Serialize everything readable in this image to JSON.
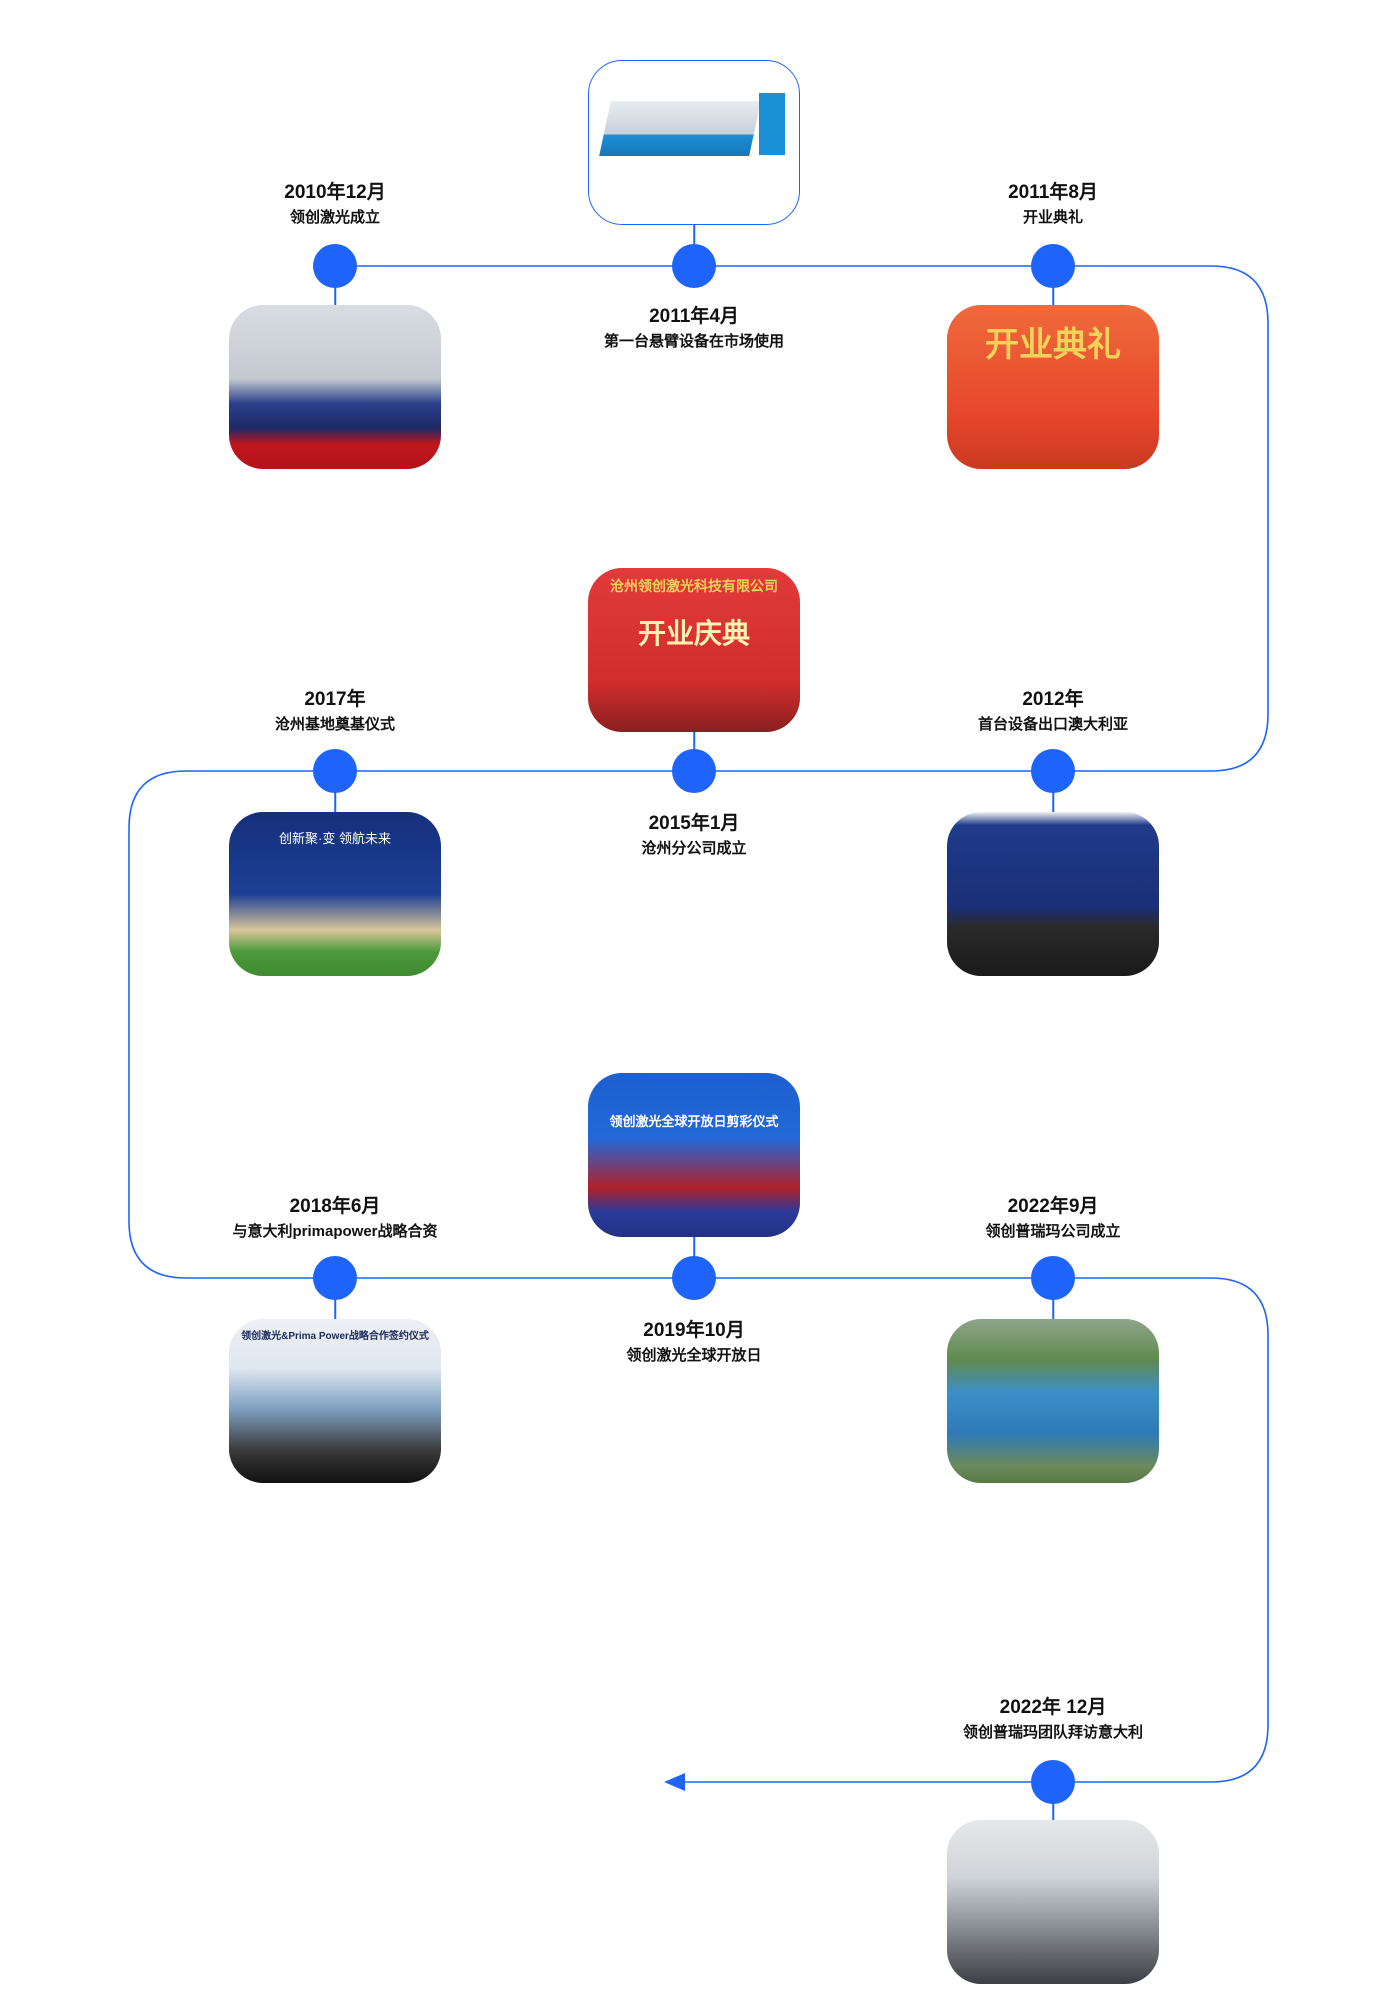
{
  "accent_color": "#1e64fa",
  "milestones": [
    {
      "date": "2010年12月",
      "desc": "领创激光成立",
      "photo": "ribbon-cutting-in-factory"
    },
    {
      "date": "2011年4月",
      "desc": "第一台悬臂设备在市场使用",
      "photo": "laser-cutting-machine"
    },
    {
      "date": "2011年8月",
      "desc": "开业典礼",
      "photo": "opening-ceremony",
      "photo_text": "开业典礼"
    },
    {
      "date": "2012年",
      "desc": "首台设备出口澳大利亚",
      "photo": "covered-truck"
    },
    {
      "date": "2015年1月",
      "desc": "沧州分公司成立",
      "photo": "cangzhou-opening",
      "photo_text": "沧州领创激光科技有限公司",
      "photo_text2": "开业庆典"
    },
    {
      "date": "2017年",
      "desc": "沧州基地奠基仪式",
      "photo": "groundbreaking",
      "photo_text": "创新聚·变 领航未来"
    },
    {
      "date": "2018年6月",
      "desc": "与意大利primapower战略合资",
      "photo": "signing-ceremony",
      "photo_text": "领创激光&Prima Power战略合作签约仪式"
    },
    {
      "date": "2019年10月",
      "desc": "领创激光全球开放日",
      "photo": "open-day",
      "photo_text": "领创激光全球开放日剪彩仪式"
    },
    {
      "date": "2022年9月",
      "desc": "领创普瑞玛公司成立",
      "photo": "factory-aerial"
    },
    {
      "date": "2022年 12月",
      "desc": "领创普瑞玛团队拜访意大利",
      "photo": "team-visit"
    }
  ]
}
